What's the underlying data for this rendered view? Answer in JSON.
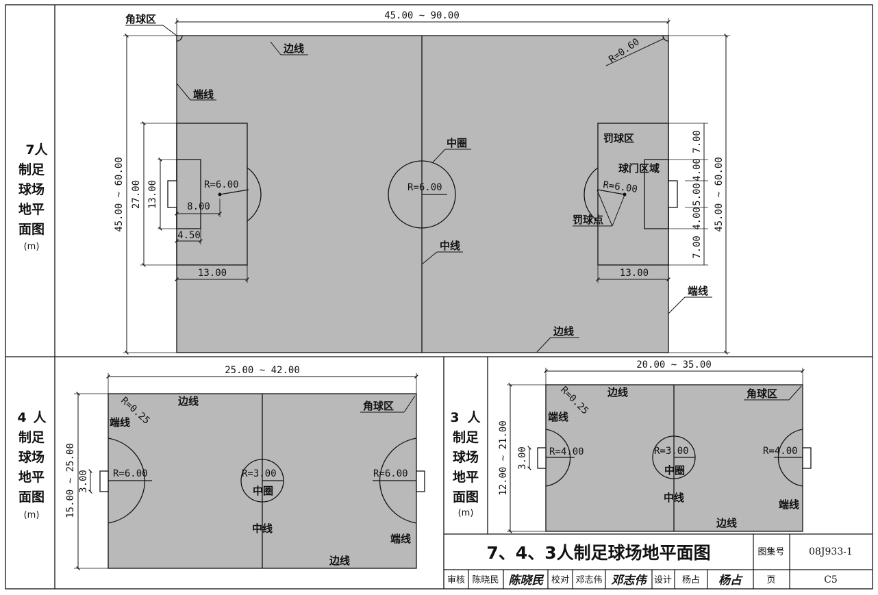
{
  "sheet": {
    "title": "7、4、3人制足球场地平面图",
    "atlas_label": "图集号",
    "atlas_no": "08J933-1",
    "page_label": "页",
    "page_no": "C5",
    "review_label": "审核",
    "reviewer": "陈晓民",
    "reviewer_sig": "陈晓民",
    "check_label": "校对",
    "checker": "邓志伟",
    "checker_sig": "邓志伟",
    "design_label": "设计",
    "designer": "杨占",
    "designer_sig": "杨占"
  },
  "field7": {
    "side_title": [
      "7",
      "人",
      "制足",
      "球场",
      "地平",
      "面图",
      "(m)"
    ],
    "length": "45.00 ~ 90.00",
    "width": "45.00 ~ 60.00",
    "corner_area": "角球区",
    "touchline": "边线",
    "goal_line": "端线",
    "corner_radius": "R=0.60",
    "center_circle": "中圈",
    "center_radius": "R=6.00",
    "halfway_line": "中线",
    "penalty_area": "罚球区",
    "goal_area": "球门区域",
    "penalty_spot": "罚球点",
    "arc_radius": "R=6.00",
    "penalty_depth": "13.00",
    "penalty_width": "27.00",
    "goal_area_width": "13.00",
    "spot_distance": "8.00",
    "goal_area_depth": "4.50",
    "right_dims": [
      "7.00",
      "4.00",
      "5.00",
      "4.00",
      "7.00"
    ]
  },
  "field4": {
    "side_title": [
      "4",
      "人",
      "制足",
      "球场",
      "地平",
      "面图",
      "(m)"
    ],
    "length": "25.00 ~ 42.00",
    "width": "15.00 ~ 25.00",
    "corner_radius": "R=0.25",
    "touchline": "边线",
    "goal_line": "端线",
    "corner_area": "角球区",
    "goal_radius": "R=6.00",
    "center_radius": "R=3.00",
    "center_circle": "中圈",
    "halfway_line": "中线",
    "goal_width": "3.00"
  },
  "field3": {
    "side_title": [
      "3",
      "人",
      "制足",
      "球场",
      "地平",
      "面图",
      "(m)"
    ],
    "length": "20.00 ~ 35.00",
    "width": "12.00 ~ 21.00",
    "corner_radius": "R=0.25",
    "touchline": "边线",
    "goal_line": "端线",
    "corner_area": "角球区",
    "goal_radius": "R=4.00",
    "center_radius": "R=3.00",
    "center_circle": "中圈",
    "halfway_line": "中线",
    "goal_width": "3.00"
  },
  "colors": {
    "field_fill": "#b9b9b9",
    "line": "#111111"
  }
}
